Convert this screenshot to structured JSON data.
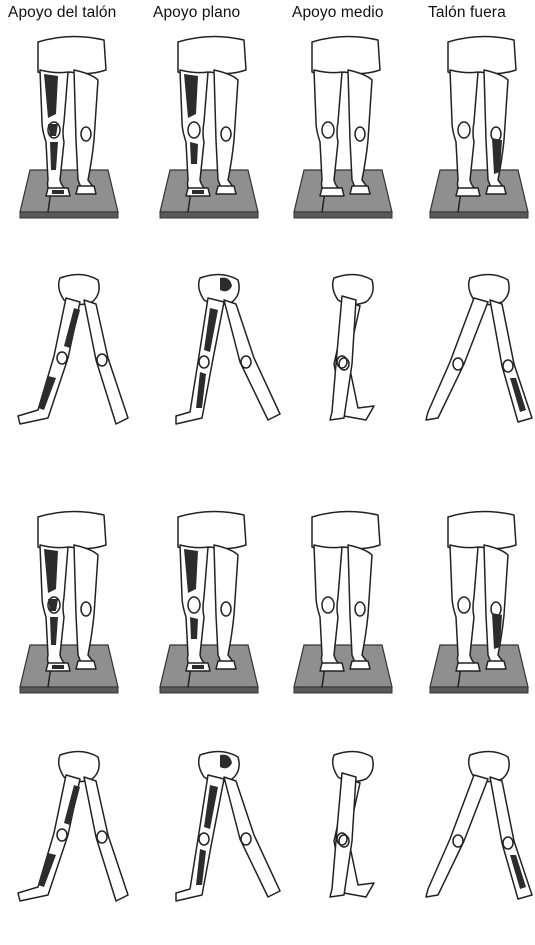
{
  "figure": {
    "phases": [
      "Apoyo del talón",
      "Apoyo plano",
      "Apoyo medio",
      "Talón fuera"
    ],
    "rows": [
      {
        "view": "front-platform",
        "highlighted_regions": [
          [
            "thigh-lateral",
            "knee",
            "shin",
            "foot"
          ],
          [
            "thigh-lateral",
            "calf",
            "foot"
          ],
          [],
          [
            "calf"
          ]
        ]
      },
      {
        "view": "side-walking",
        "highlighted_regions": [
          [
            "shin",
            "thigh-front"
          ],
          [
            "hip",
            "thigh-front",
            "shin"
          ],
          [],
          [
            "calf"
          ]
        ]
      },
      {
        "view": "front-platform",
        "highlighted_regions": [
          [
            "thigh-lateral",
            "knee",
            "shin",
            "foot"
          ],
          [
            "thigh-lateral",
            "calf",
            "foot"
          ],
          [],
          [
            "calf"
          ]
        ]
      },
      {
        "view": "side-walking",
        "highlighted_regions": [
          [
            "shin",
            "thigh-front"
          ],
          [
            "hip",
            "thigh-front",
            "shin"
          ],
          [],
          [
            "calf"
          ]
        ]
      }
    ],
    "colors": {
      "muscle_fill": "#2c2c2c",
      "platform": "#8f8f8f",
      "line": "#222222"
    }
  }
}
